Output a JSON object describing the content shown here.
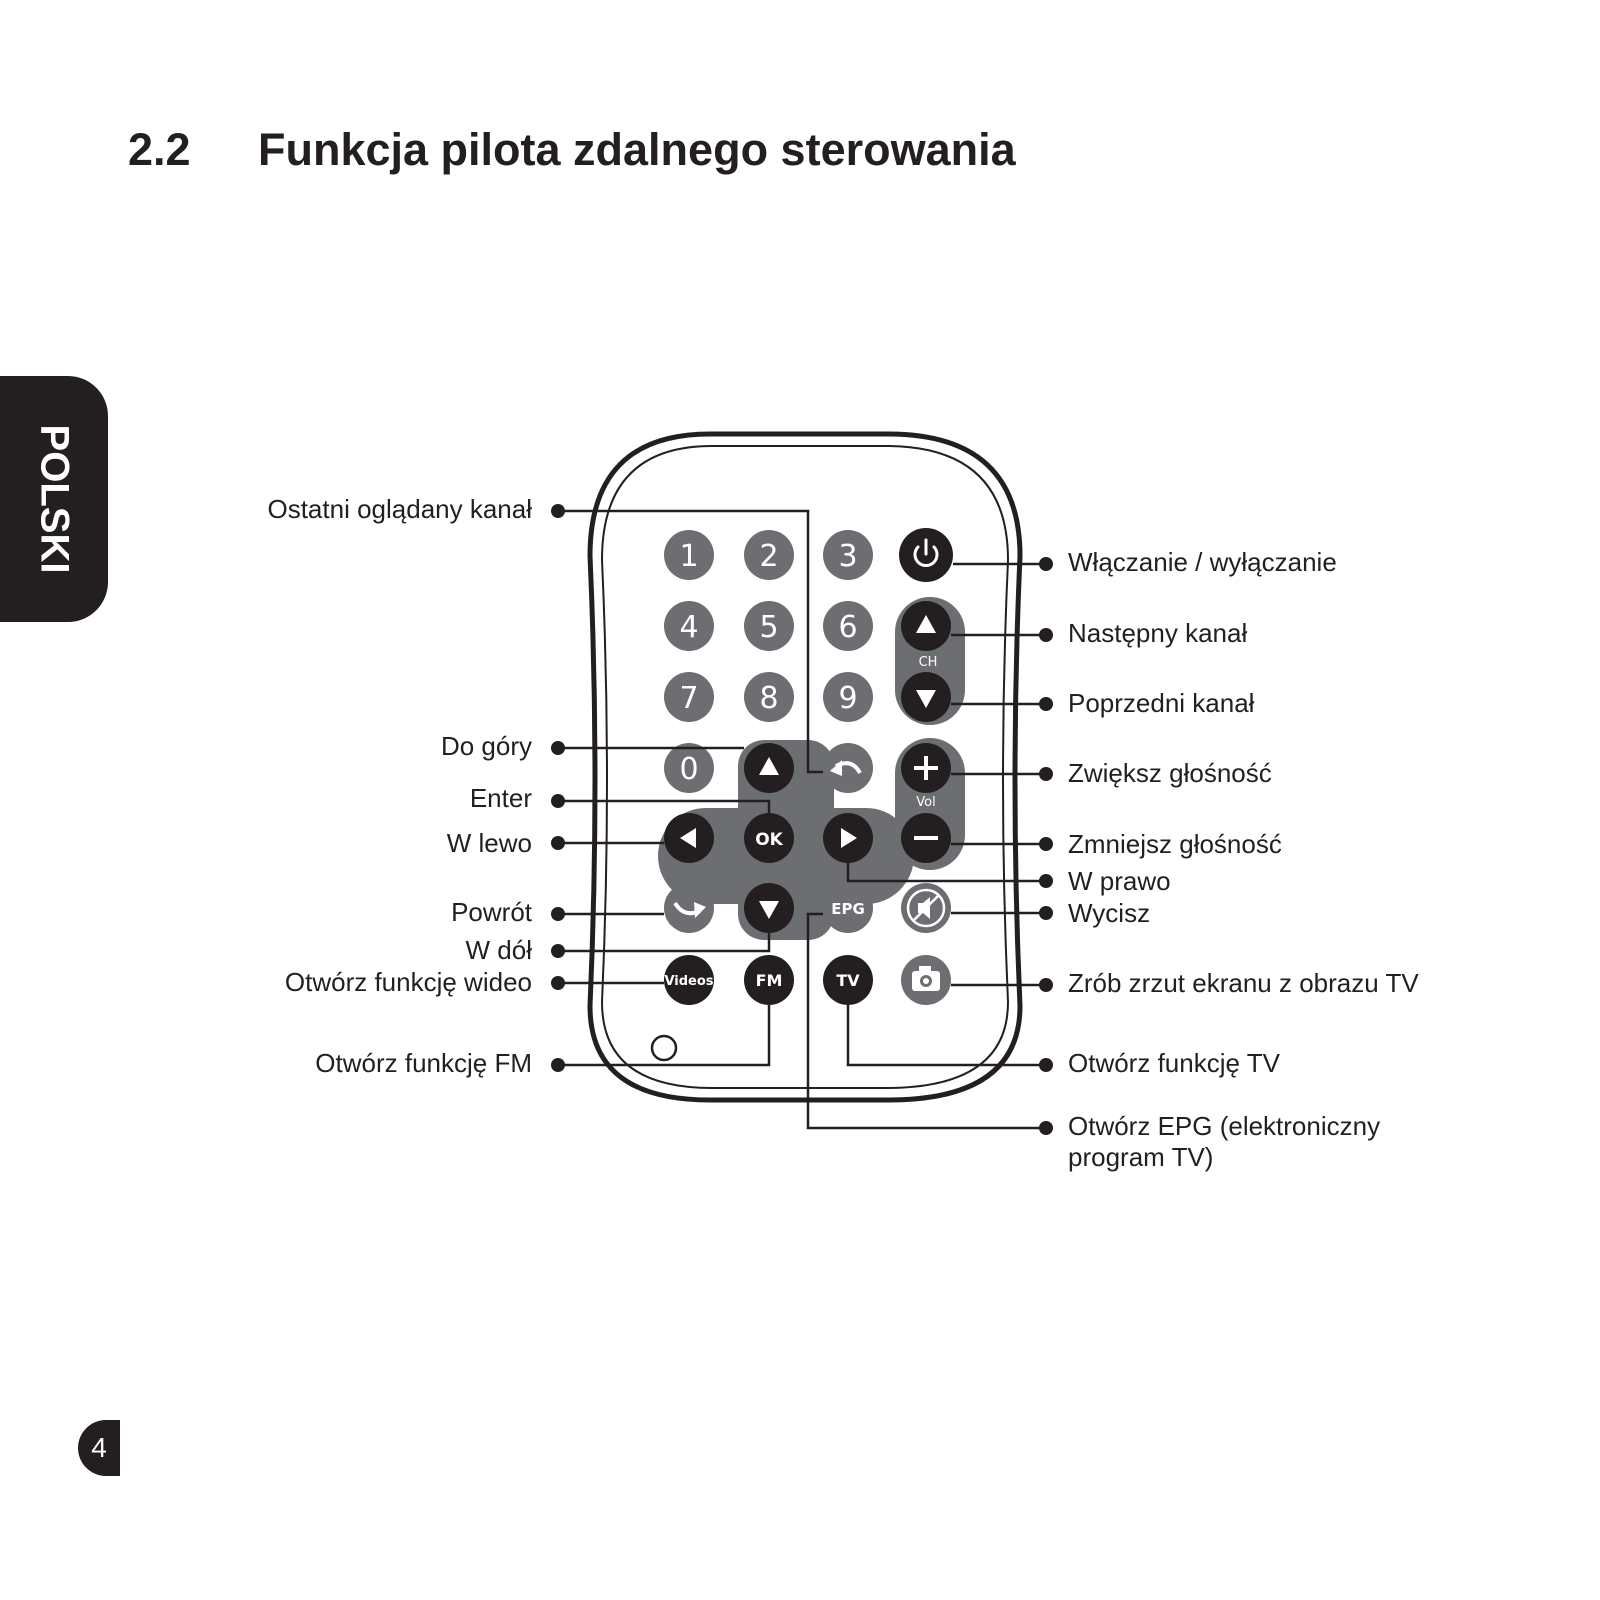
{
  "heading": {
    "number": "2.2",
    "title": "Funkcja pilota zdalnego sterowania"
  },
  "language_tab": "POLSKI",
  "page_number": "4",
  "remote": {
    "digits": [
      "1",
      "2",
      "3",
      "4",
      "5",
      "6",
      "7",
      "8",
      "9",
      "0"
    ],
    "ch_label": "CH",
    "vol_label": "Vol",
    "ok_label": "OK",
    "epg_label": "EPG",
    "videos_label": "Videos",
    "fm_label": "FM",
    "tv_label": "TV"
  },
  "callouts_left": {
    "last_channel": "Ostatni oglądany kanał",
    "up": "Do góry",
    "enter": "Enter",
    "left": "W lewo",
    "back": "Powrót",
    "down": "W dół",
    "videos": "Otwórz funkcję wideo",
    "fm": "Otwórz funkcję FM"
  },
  "callouts_right": {
    "power": "Włączanie / wyłączanie",
    "next_channel": "Następny kanał",
    "prev_channel": "Poprzedni kanał",
    "vol_up": "Zwiększ głośność",
    "vol_down": "Zmniejsz głośność",
    "right": "W prawo",
    "mute": "Wycisz",
    "snapshot": "Zrób zrzut ekranu z obrazu TV",
    "tv": "Otwórz funkcję TV",
    "epg_line1": "Otwórz EPG (elektroniczny",
    "epg_line2": "program TV)"
  }
}
